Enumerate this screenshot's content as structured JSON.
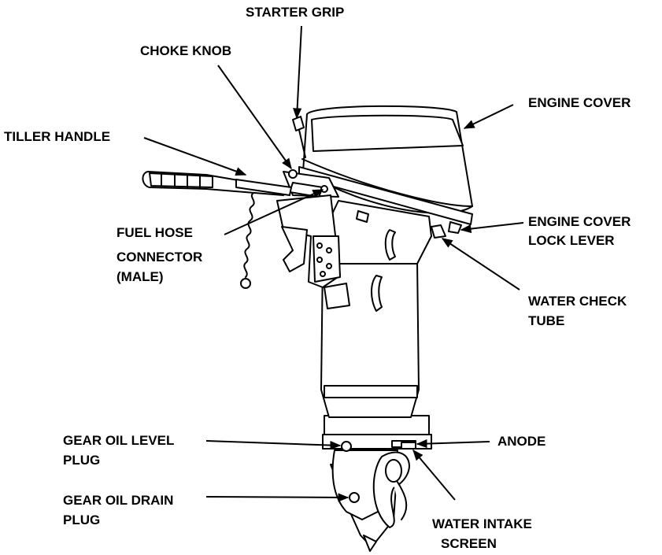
{
  "labels": {
    "starter_grip": "STARTER GRIP",
    "choke_knob": "CHOKE KNOB",
    "engine_cover": "ENGINE COVER",
    "tiller_handle": "TILLER HANDLE",
    "engine_cover_lock_lever_1": "ENGINE COVER",
    "engine_cover_lock_lever_2": "LOCK LEVER",
    "fuel_hose_connector_1": "FUEL HOSE",
    "fuel_hose_connector_2": "CONNECTOR",
    "fuel_hose_connector_3": "(MALE)",
    "water_check_tube_1": "WATER CHECK",
    "water_check_tube_2": "TUBE",
    "gear_oil_level_plug_1": "GEAR OIL LEVEL",
    "gear_oil_level_plug_2": "PLUG",
    "anode": "ANODE",
    "gear_oil_drain_plug_1": "GEAR OIL DRAIN",
    "gear_oil_drain_plug_2": "PLUG",
    "water_intake_screen_1": "WATER INTAKE",
    "water_intake_screen_2": "SCREEN"
  }
}
